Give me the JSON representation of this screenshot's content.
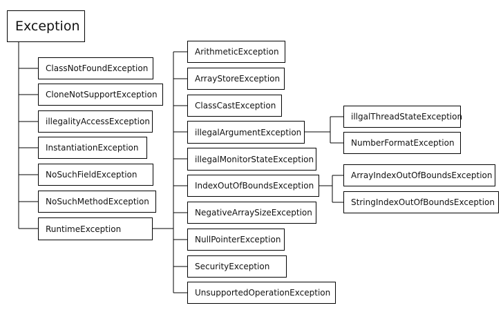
{
  "root": {
    "label": "Exception"
  },
  "direct_children": [
    "ClassNotFoundException",
    "CloneNotSupportException",
    "illegalityAccessException",
    "InstantiationException",
    "NoSuchFieldException",
    "NoSuchMethodException",
    "RuntimeException"
  ],
  "runtime_children": [
    "ArithmeticException",
    "ArrayStoreException",
    "ClassCastException",
    "illegalArgumentException",
    "illegalMonitorStateException",
    "IndexOutOfBoundsException",
    "NegativeArraySizeException",
    "NullPointerException",
    "SecurityException",
    "UnsupportedOperationException"
  ],
  "illegal_argument_children": [
    "illgalThreadStateException",
    "NumberFormatException"
  ],
  "index_out_of_bounds_children": [
    "ArrayIndexOutOfBoundsException",
    "StringIndexOutOfBoundsException"
  ]
}
